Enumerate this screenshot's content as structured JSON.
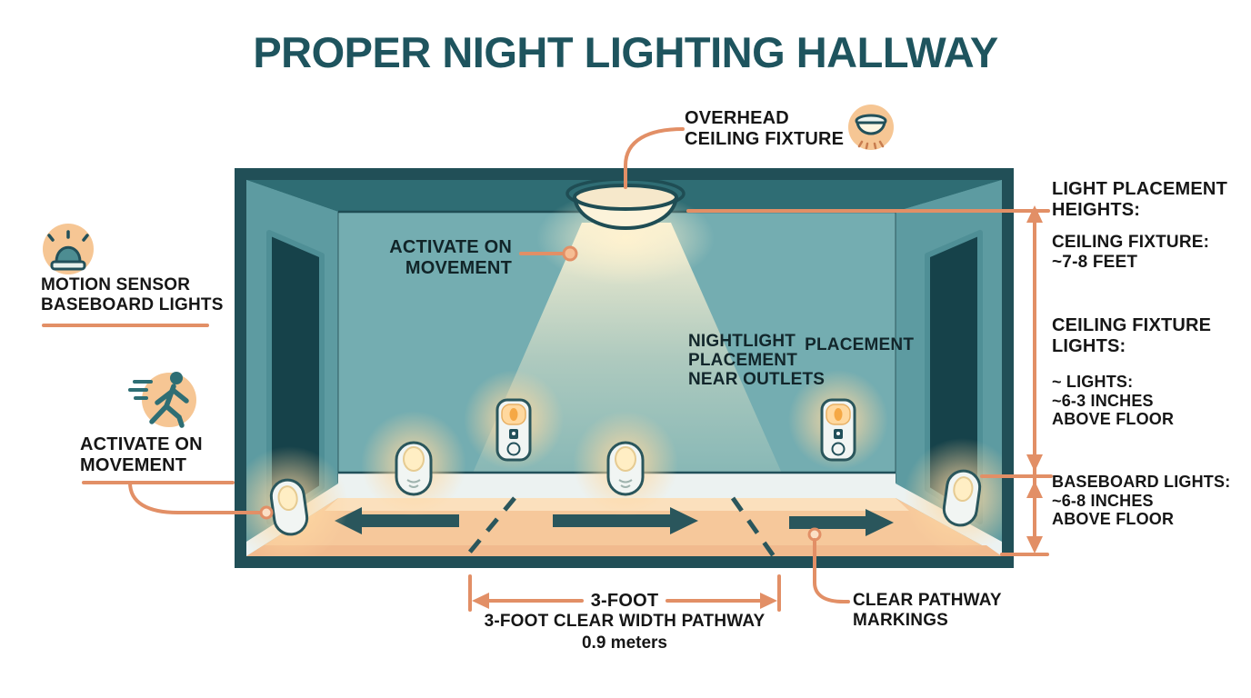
{
  "title": "PROPER NIGHT LIGHTING HALLWAY",
  "colors": {
    "title_teal": "#1e545e",
    "accent_orange": "#e28f66",
    "frame_teal": "#214f57",
    "wall_teal": "#74adb1",
    "ceiling_teal": "#2f6d74",
    "floor_peach": "#f6c89b",
    "icon_circle_peach": "#f6c694",
    "glow_warm": "#ffd9a2",
    "text_dark": "#161616"
  },
  "labels": {
    "overhead": {
      "line1": "OVERHEAD",
      "line2": "CEILING FIXTURE"
    },
    "motion_sensor": {
      "line1": "MOTION SENSOR",
      "line2": "BASEBOARD LIGHTS"
    },
    "activate_left": {
      "line1": "ACTIVATE ON",
      "line2": "MOVEMENT"
    },
    "activate_inside": {
      "line1": "ACTIVATE ON",
      "line2": "MOVEMENT"
    },
    "nightlight": {
      "line1_word1": "NIGHTLIGHT",
      "line1_word2": "PLACEMENT",
      "line2": "PLACEMENT",
      "line3": "NEAR OUTLETS"
    },
    "clear_pathway": {
      "line1": "CLEAR PATHWAY",
      "line2": "MARKINGS"
    }
  },
  "right_panel": {
    "heights_heading": {
      "line1": "LIGHT PLACEMENT",
      "line2": "HEIGHTS:"
    },
    "ceiling_fixture": {
      "line1": "CEILING FIXTURE:",
      "line2": "~7-8 FEET"
    },
    "fixture_lights_heading": {
      "line1": "CEILING FIXTURE",
      "line2": "LIGHTS:"
    },
    "fixture_lights": {
      "line1": "~ LIGHTS:",
      "line2": "~6-3 INCHES",
      "line3": "ABOVE FLOOR"
    },
    "baseboard_lights": {
      "line1": "BASEBOARD LIGHTS:",
      "line2": "~6-8 INCHES",
      "line3": "ABOVE FLOOR"
    }
  },
  "pathway": {
    "width_label": "3-FOOT",
    "description": "3-FOOT CLEAR WIDTH PATHWAY",
    "metric": "0.9 meters"
  }
}
